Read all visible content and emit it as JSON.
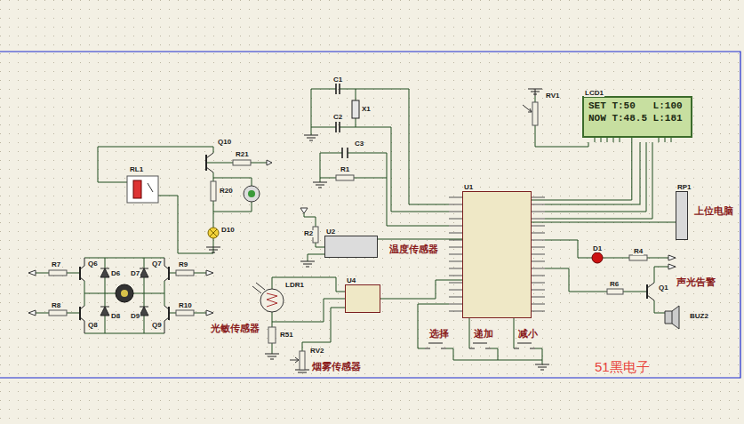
{
  "diagram": {
    "nodes": [
      {
        "text": [
          "U1"
        ]
      },
      {
        "text": [
          "LCD1",
          "SET T:50   L:100",
          "NOW T:48.5 L:181"
        ]
      },
      {
        "text": [
          "U2"
        ]
      },
      {
        "text": [
          "U4"
        ]
      },
      {
        "text": [
          "RP1"
        ]
      }
    ],
    "edges": [
      {
        "from": 0,
        "to": 1,
        "arrow": "none"
      },
      {
        "from": 0,
        "to": 4,
        "arrow": "none"
      },
      {
        "from": 2,
        "to": 0,
        "arrow": "none"
      },
      {
        "from": 3,
        "to": 0,
        "arrow": "none"
      }
    ],
    "labels": [
      "C1",
      "C2",
      "X1",
      "C3",
      "R1",
      "RV1",
      "Q10",
      "R21",
      "RL1",
      "R20",
      "D10",
      "R7",
      "R8",
      "Q6",
      "D6",
      "Q7",
      "R9",
      "D7",
      "D8",
      "Q8",
      "D9",
      "Q9",
      "R10",
      "R2",
      "温度传感器",
      "LDR1",
      "光敏传感器",
      "R51",
      "RV2",
      "烟雾传感器",
      "D1",
      "R4",
      "R6",
      "Q1",
      "声光告警",
      "BUZ2",
      "上位电脑",
      "选择",
      "递加",
      "减小",
      "51黑电子"
    ]
  }
}
